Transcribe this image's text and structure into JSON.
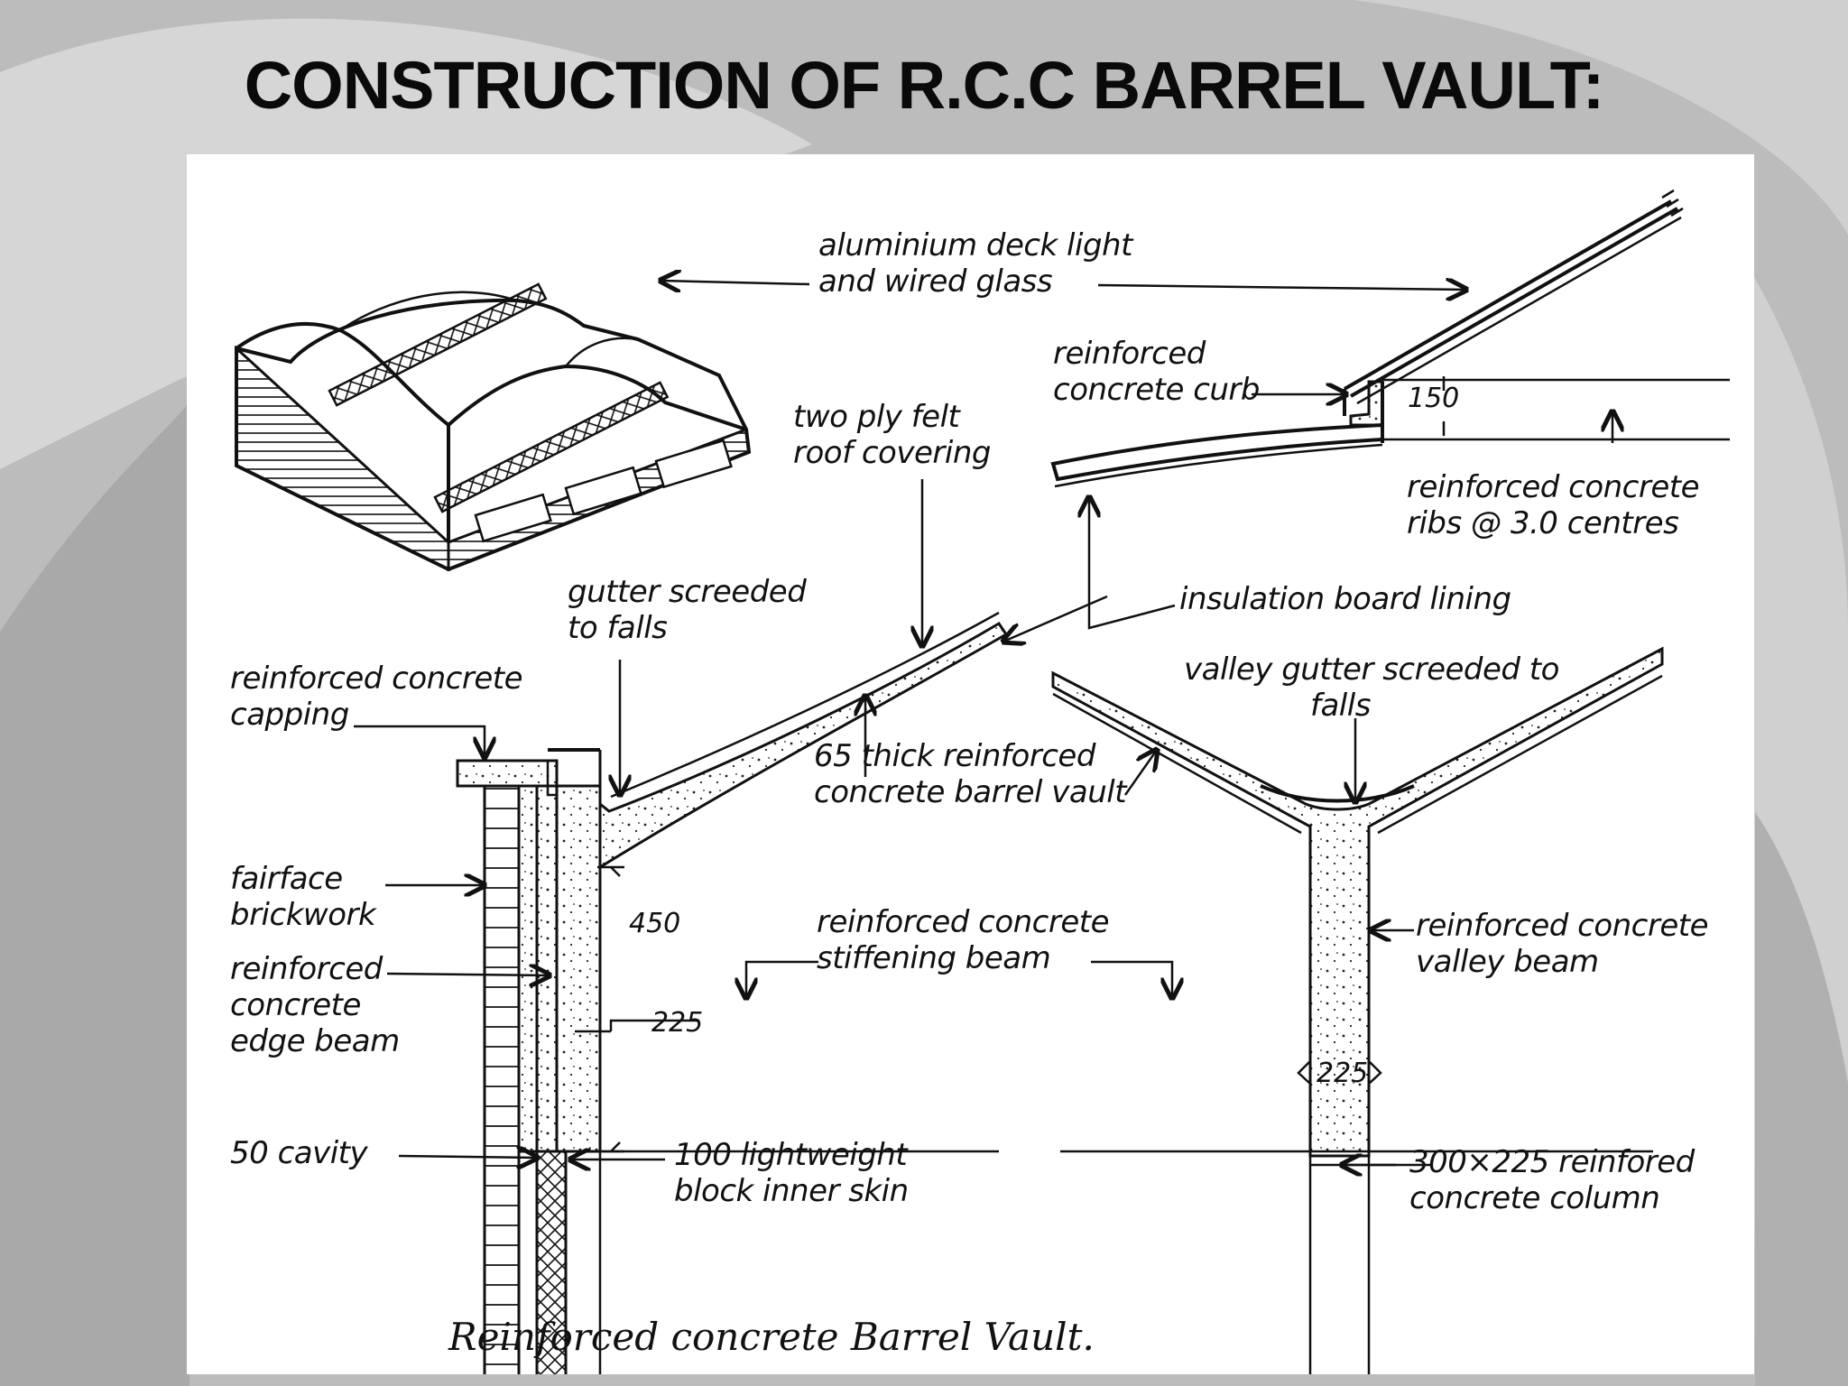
{
  "title": "CONSTRUCTION OF R.C.C BARREL VAULT:",
  "diagram": {
    "caption": "Reinforced concrete Barrel Vault.",
    "labels": {
      "deck_light_1": "aluminium deck light",
      "deck_light_2": "and wired glass",
      "curb_1": "reinforced",
      "curb_2": "concrete curb",
      "felt_1": "two ply felt",
      "felt_2": "roof covering",
      "ribs_1": "reinforced concrete",
      "ribs_2": "ribs @ 3.0 centres",
      "gutter_1": "gutter screeded",
      "gutter_2": "to falls",
      "insulation": "insulation board lining",
      "capping_1": "reinforced concrete",
      "capping_2": "capping",
      "valley_gutter_1": "valley gutter screeded to",
      "valley_gutter_2": "falls",
      "vault_1": "65 thick reinforced",
      "vault_2": "concrete barrel vault",
      "brick_1": "fairface",
      "brick_2": "brickwork",
      "edge_1": "reinforced",
      "edge_2": "concrete",
      "edge_3": "edge beam",
      "stiff_1": "reinforced concrete",
      "stiff_2": "stiffening beam",
      "valley_beam_1": "reinforced concrete",
      "valley_beam_2": "valley beam",
      "cavity": "50 cavity",
      "block_1": "100 lightweight",
      "block_2": "block inner skin",
      "column_1": "300×225 reinfored",
      "column_2": "concrete column"
    },
    "dimensions": {
      "curb_height": "150",
      "beam_depth": "450",
      "wall_width": "225",
      "column_width": "225"
    }
  }
}
